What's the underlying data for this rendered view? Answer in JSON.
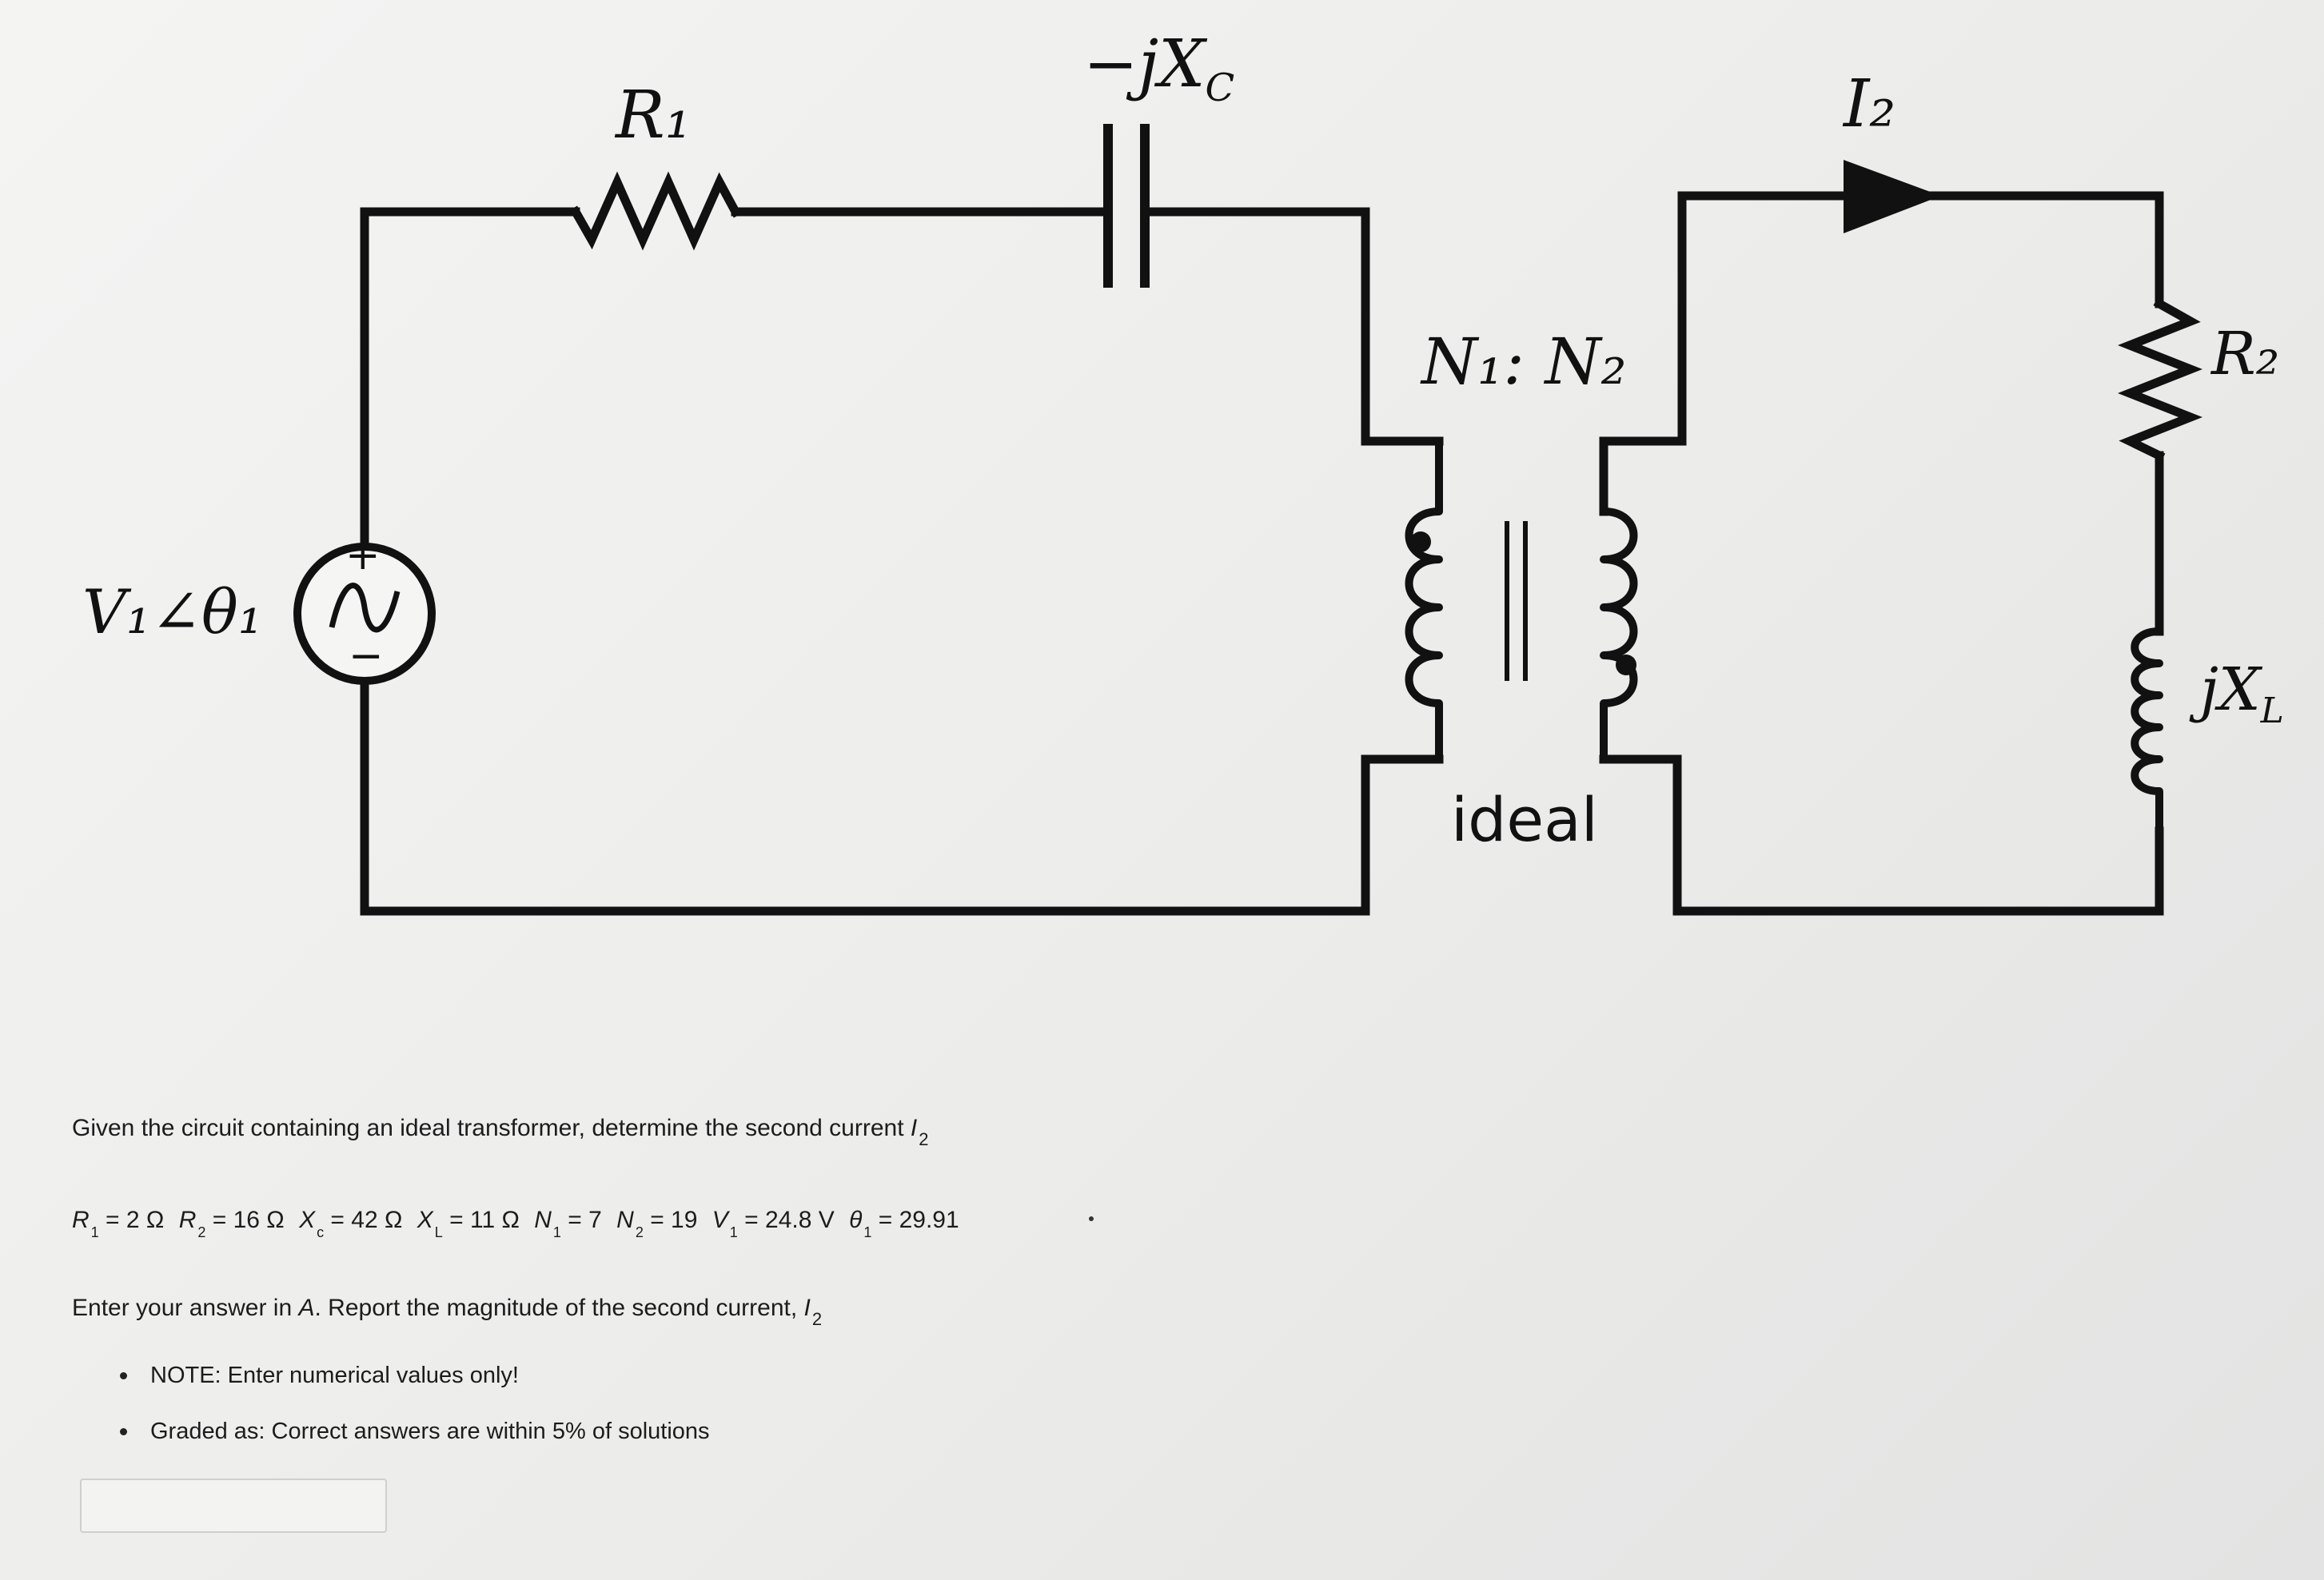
{
  "circuit": {
    "labels": {
      "r1": "R₁",
      "xc": "−jX",
      "xc_sub": "C",
      "i2": "I₂",
      "r2": "R₂",
      "xl": "jX",
      "xl_sub": "L",
      "source": "V₁∠θ₁",
      "source_plus": "+",
      "source_minus": "−",
      "ratio": "N₁: N₂",
      "ideal": "ideal"
    }
  },
  "question": {
    "prompt": "Given the circuit containing an ideal transformer, determine the second current",
    "prompt_var": "I",
    "prompt_sub": "2",
    "values": [
      {
        "sym": "R",
        "sub": "1",
        "val": "= 2 Ω"
      },
      {
        "sym": "R",
        "sub": "2",
        "val": "= 16 Ω"
      },
      {
        "sym": "X",
        "sub": "c",
        "val": "= 42 Ω"
      },
      {
        "sym": "X",
        "sub": "L",
        "val": "= 11 Ω"
      },
      {
        "sym": "N",
        "sub": "1",
        "val": "= 7"
      },
      {
        "sym": "N",
        "sub": "2",
        "val": "= 19"
      },
      {
        "sym": "V",
        "sub": "1",
        "val": "= 24.8 V"
      },
      {
        "sym": "θ",
        "sub": "1",
        "val": "= 29.91"
      }
    ],
    "enter_prefix": "Enter your answer in",
    "enter_unit": "A",
    "enter_suffix": ". Report the magnitude of the second current,",
    "enter_var": "I",
    "enter_sub": "2",
    "bullets": [
      "NOTE: Enter numerical values only!",
      "Graded as: Correct answers are within 5% of solutions"
    ]
  },
  "answer": {
    "value": "",
    "placeholder": ""
  }
}
